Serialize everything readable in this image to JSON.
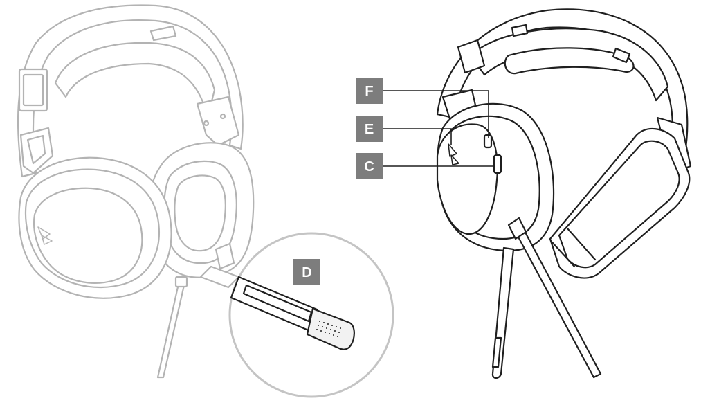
{
  "callouts": {
    "D": "D",
    "F": "F",
    "E": "E",
    "C": "C"
  },
  "colors": {
    "label_box": "#7d7d7d",
    "faded_line": "#b3b3b3",
    "dark_line": "#1f1f1f",
    "zoom_circle": "#c4c4c4",
    "mic_foam": "#f2f2f2"
  },
  "icons": {
    "logo": "corsair-sails-icon",
    "mic_grille": "microphone-grille-icon"
  }
}
